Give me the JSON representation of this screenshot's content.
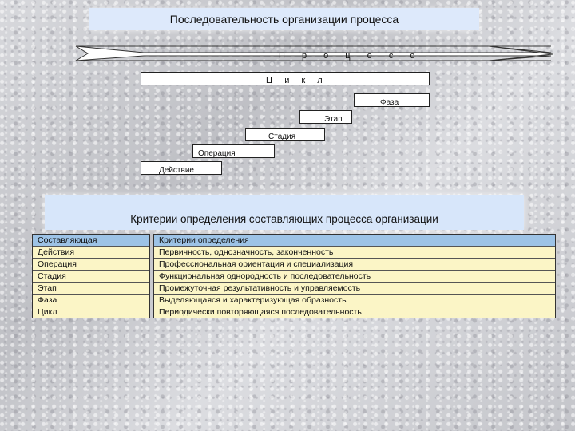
{
  "title": "Последовательность организации процесса",
  "process_label": "П р о ц е с с",
  "bars": {
    "cycle": "Ц и к л",
    "phase": "Фаза",
    "stage": "Этап",
    "stadia": "Стадия",
    "operation": "Операция",
    "action": "Действие"
  },
  "criteria_title": "Критерии определения составляющих процесса организации",
  "table": {
    "header": [
      "Составляющая",
      "Критерии определения"
    ],
    "rows": [
      [
        "Действия",
        "Первичность, однозначность, законченность"
      ],
      [
        "Операция",
        "Профессиональная ориентация и специализация"
      ],
      [
        "Стадия",
        "Функциональная однородность и последовательность"
      ],
      [
        "Этап",
        "Промежуточная результативность и управляемость"
      ],
      [
        "Фаза",
        "Выделяющаяся и характеризующая образность"
      ],
      [
        "Цикл",
        "Периодически повторяющаяся последовательность"
      ]
    ]
  }
}
